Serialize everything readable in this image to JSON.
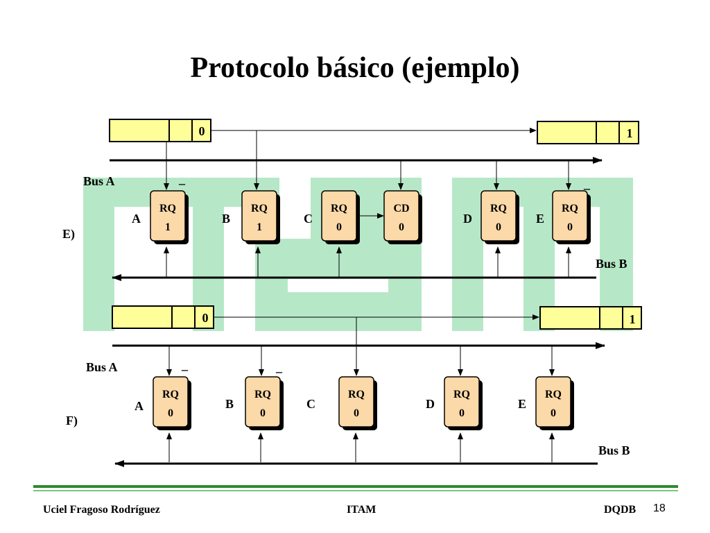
{
  "title": "Protocolo básico (ejemplo)",
  "colors": {
    "highlight": "#b6e8c8",
    "queue_fill": "#ffff99",
    "node_fill": "#fcd9a8"
  },
  "panel_e": {
    "label": "E)",
    "bus_a": "Bus A",
    "bus_b": "Bus B",
    "queue_left_value": "0",
    "queue_right_value": "1",
    "bars": [
      "_",
      "_"
    ],
    "nodes": [
      {
        "name": "A",
        "top": "RQ",
        "val": "1"
      },
      {
        "name": "B",
        "top": "RQ",
        "val": "1"
      },
      {
        "name": "C",
        "top": "RQ",
        "val": "0"
      },
      {
        "name": "",
        "top": "CD",
        "val": "0"
      },
      {
        "name": "D",
        "top": "RQ",
        "val": "0"
      },
      {
        "name": "E",
        "top": "RQ",
        "val": "0"
      }
    ]
  },
  "panel_f": {
    "label": "F)",
    "bus_a": "Bus A",
    "bus_b": "Bus B",
    "queue_left_value": "0",
    "queue_right_value": "1",
    "bars": [
      "_",
      "_"
    ],
    "nodes": [
      {
        "name": "A",
        "top": "RQ",
        "val": "0"
      },
      {
        "name": "B",
        "top": "RQ",
        "val": "0"
      },
      {
        "name": "C",
        "top": "RQ",
        "val": "0"
      },
      {
        "name": "D",
        "top": "RQ",
        "val": "0"
      },
      {
        "name": "E",
        "top": "RQ",
        "val": "0"
      }
    ]
  },
  "footer": {
    "author": "Uciel Fragoso Rodríguez",
    "institution": "ITAM",
    "topic": "DQDB",
    "page": "18"
  }
}
